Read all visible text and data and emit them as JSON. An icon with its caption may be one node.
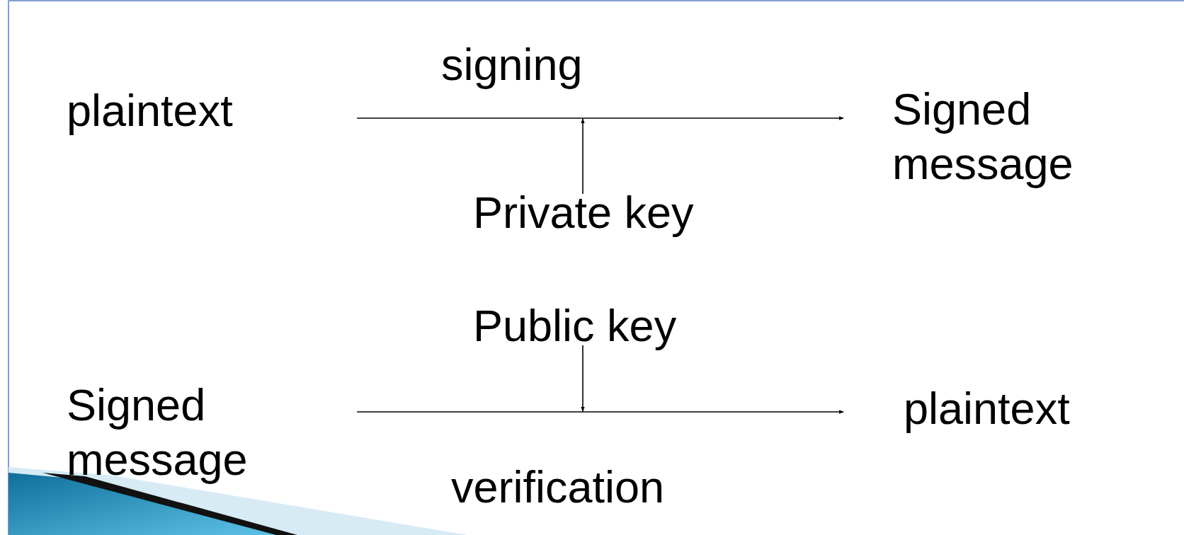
{
  "diagram": {
    "nodes": [
      {
        "text": [
          "plaintext"
        ]
      },
      {
        "text": [
          "Signed message"
        ]
      },
      {
        "text": [
          "Private key"
        ]
      },
      {
        "text": [
          "Public key"
        ]
      },
      {
        "text": [
          "Signed message"
        ]
      },
      {
        "text": [
          "plaintext"
        ]
      }
    ],
    "edges": [
      {
        "from": null,
        "to": 1,
        "arrow": "to",
        "label": "signing"
      },
      {
        "from": 2,
        "to": null,
        "arrow": "to"
      },
      {
        "from": 3,
        "to": null,
        "arrow": "to"
      },
      {
        "from": null,
        "to": 5,
        "arrow": "to",
        "label": "verification"
      }
    ]
  }
}
